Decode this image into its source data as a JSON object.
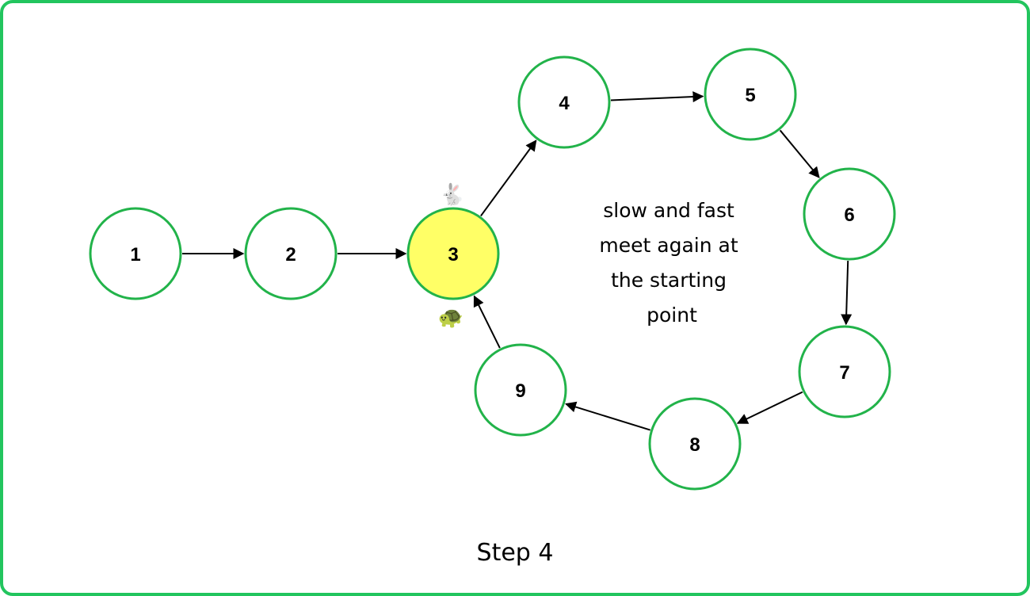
{
  "colors": {
    "border": "#22c55e",
    "node_stroke": "#22b34a",
    "node_fill": "#ffffff",
    "highlight_fill": "#ffff66",
    "arrow": "#000000",
    "text": "#000000"
  },
  "nodes": [
    {
      "id": "1",
      "label": "1",
      "highlight": false
    },
    {
      "id": "2",
      "label": "2",
      "highlight": false
    },
    {
      "id": "3",
      "label": "3",
      "highlight": true
    },
    {
      "id": "4",
      "label": "4",
      "highlight": false
    },
    {
      "id": "5",
      "label": "5",
      "highlight": false
    },
    {
      "id": "6",
      "label": "6",
      "highlight": false
    },
    {
      "id": "7",
      "label": "7",
      "highlight": false
    },
    {
      "id": "8",
      "label": "8",
      "highlight": false
    },
    {
      "id": "9",
      "label": "9",
      "highlight": false
    }
  ],
  "edges": [
    {
      "from": "1",
      "to": "2"
    },
    {
      "from": "2",
      "to": "3"
    },
    {
      "from": "3",
      "to": "4"
    },
    {
      "from": "4",
      "to": "5"
    },
    {
      "from": "5",
      "to": "6"
    },
    {
      "from": "6",
      "to": "7"
    },
    {
      "from": "7",
      "to": "8"
    },
    {
      "from": "8",
      "to": "9"
    },
    {
      "from": "9",
      "to": "3"
    }
  ],
  "markers": {
    "fast": {
      "icon": "rabbit-icon",
      "glyph": "🐇",
      "node": "3"
    },
    "slow": {
      "icon": "turtle-icon",
      "glyph": "🐢",
      "node": "3"
    }
  },
  "note": {
    "lines": [
      "slow and fast",
      "meet again at",
      "the starting",
      "point"
    ]
  },
  "caption": "Step 4"
}
